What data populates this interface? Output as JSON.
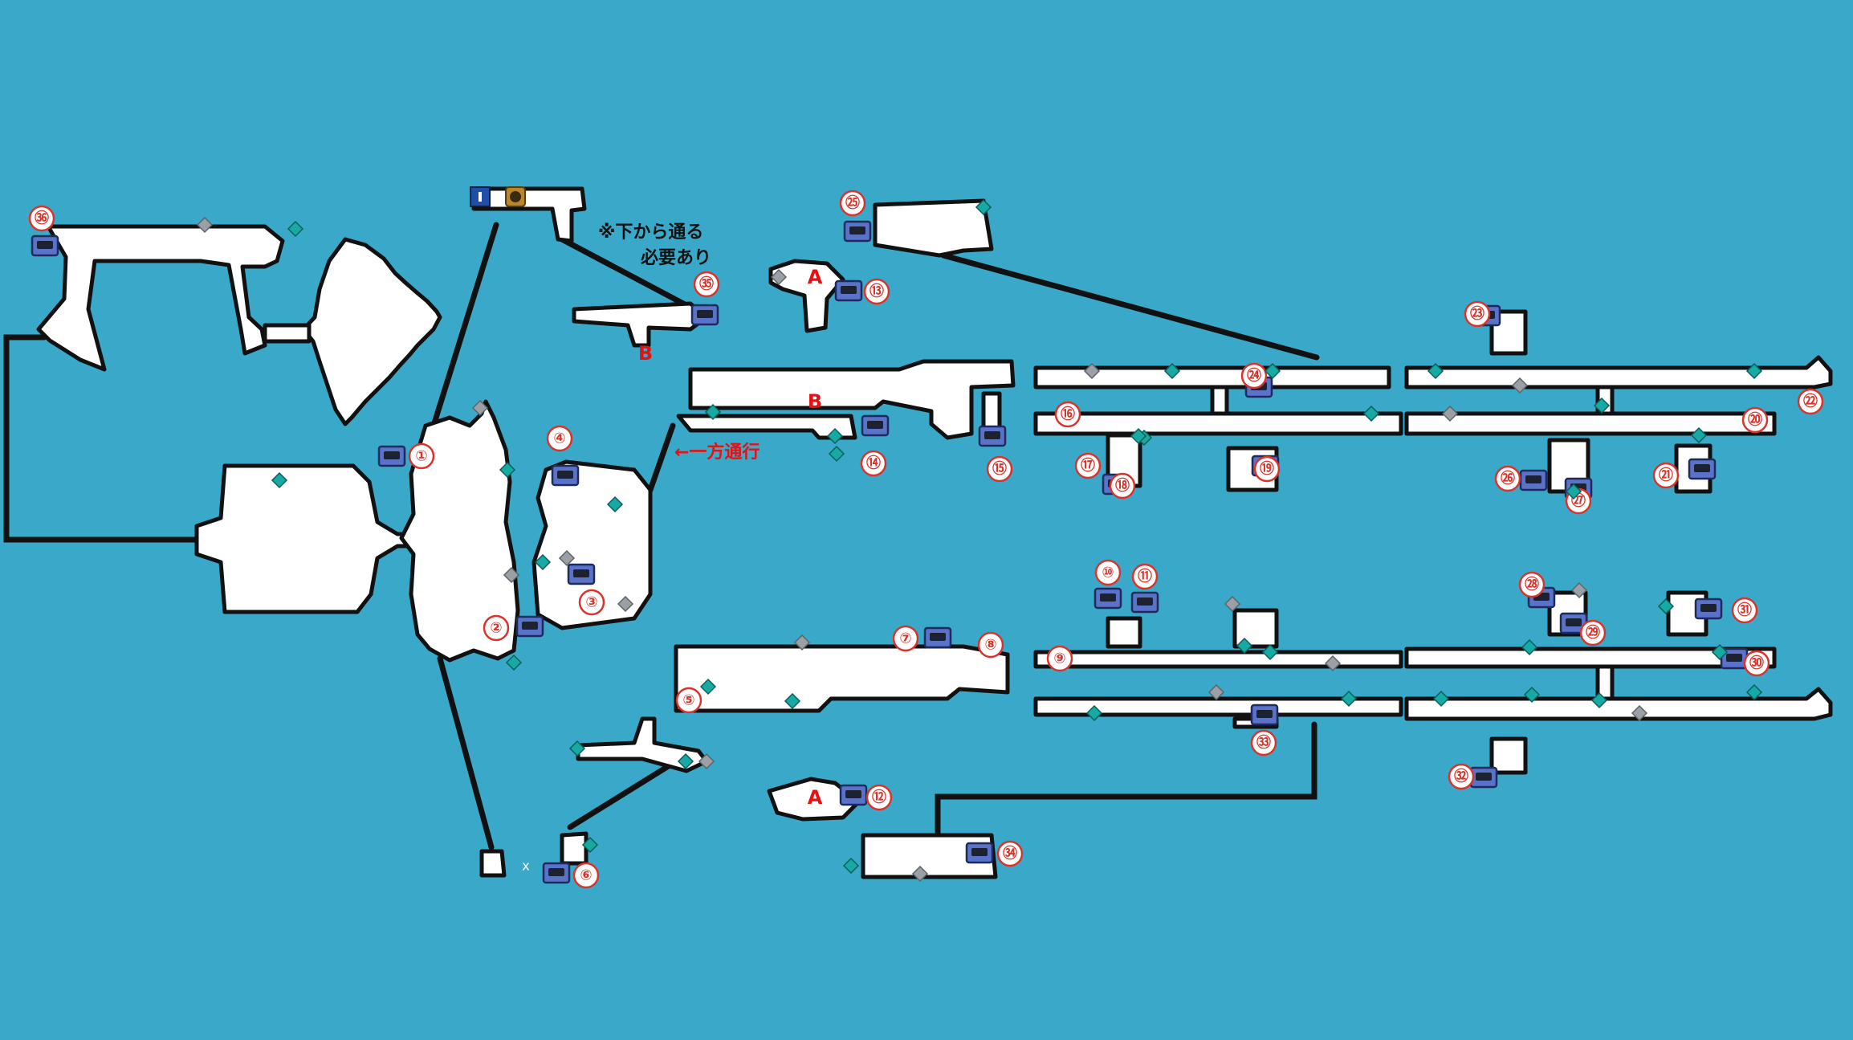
{
  "colors": {
    "water": "#3aa9c9",
    "room": "#ffffff",
    "outline": "#111111",
    "marker_red": "#d9342b",
    "chest": "#5a72c8",
    "point_teal": "#17a9a3",
    "point_grey": "#9aa0a6"
  },
  "icons": {
    "chest": "treasure-chest-icon",
    "save": "save-point-icon",
    "teleport": "teleport-point-icon",
    "point_teal": "teal-point-icon",
    "point_grey": "grey-point-icon"
  },
  "notes": {
    "line1": "※下から通る",
    "line2": "必要あり",
    "oneway": "←一方通行"
  },
  "labels": {
    "a": "A",
    "b": "B",
    "x": "x"
  },
  "treasures": [
    {
      "id": 1,
      "label": "①"
    },
    {
      "id": 2,
      "label": "②"
    },
    {
      "id": 3,
      "label": "③"
    },
    {
      "id": 4,
      "label": "④"
    },
    {
      "id": 5,
      "label": "⑤"
    },
    {
      "id": 6,
      "label": "⑥"
    },
    {
      "id": 7,
      "label": "⑦"
    },
    {
      "id": 8,
      "label": "⑧"
    },
    {
      "id": 9,
      "label": "⑨"
    },
    {
      "id": 10,
      "label": "⑩"
    },
    {
      "id": 11,
      "label": "⑪"
    },
    {
      "id": 12,
      "label": "⑫"
    },
    {
      "id": 13,
      "label": "⑬"
    },
    {
      "id": 14,
      "label": "⑭"
    },
    {
      "id": 15,
      "label": "⑮"
    },
    {
      "id": 16,
      "label": "⑯"
    },
    {
      "id": 17,
      "label": "⑰"
    },
    {
      "id": 18,
      "label": "⑱"
    },
    {
      "id": 19,
      "label": "⑲"
    },
    {
      "id": 20,
      "label": "⑳"
    },
    {
      "id": 21,
      "label": "㉑"
    },
    {
      "id": 22,
      "label": "㉒"
    },
    {
      "id": 23,
      "label": "㉓"
    },
    {
      "id": 24,
      "label": "㉔"
    },
    {
      "id": 25,
      "label": "㉕"
    },
    {
      "id": 26,
      "label": "㉖"
    },
    {
      "id": 27,
      "label": "㉗"
    },
    {
      "id": 28,
      "label": "㉘"
    },
    {
      "id": 29,
      "label": "㉙"
    },
    {
      "id": 30,
      "label": "㉚"
    },
    {
      "id": 31,
      "label": "㉛"
    },
    {
      "id": 32,
      "label": "㉜"
    },
    {
      "id": 33,
      "label": "㉝"
    },
    {
      "id": 34,
      "label": "㉞"
    },
    {
      "id": 35,
      "label": "㉟"
    },
    {
      "id": 36,
      "label": "㊱"
    }
  ]
}
